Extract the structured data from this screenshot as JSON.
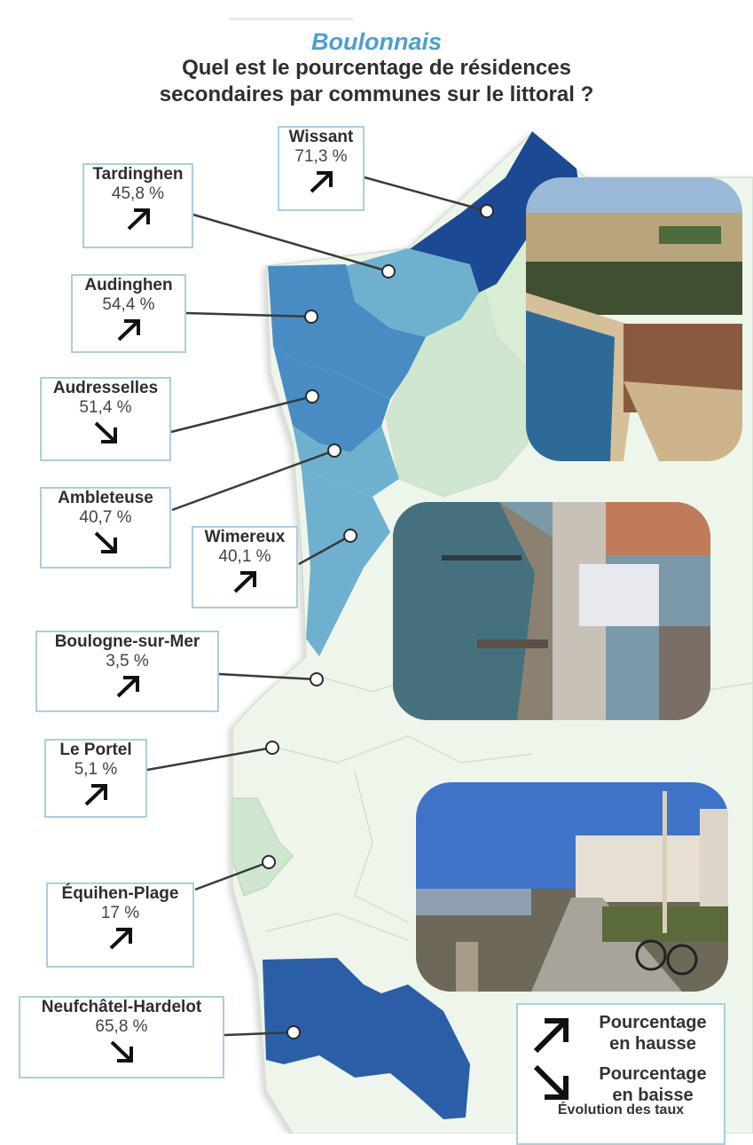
{
  "header": {
    "region": "Boulonnais",
    "title_line1": "Quel est le pourcentage de résidences",
    "title_line2": "secondaires par communes sur le littoral ?"
  },
  "communes": [
    {
      "name": "Wissant",
      "pct": "71,3 %",
      "trend": "up"
    },
    {
      "name": "Tardinghen",
      "pct": "45,8 %",
      "trend": "up"
    },
    {
      "name": "Audinghen",
      "pct": "54,4 %",
      "trend": "up"
    },
    {
      "name": "Audresselles",
      "pct": "51,4 %",
      "trend": "down"
    },
    {
      "name": "Ambleteuse",
      "pct": "40,7 %",
      "trend": "down"
    },
    {
      "name": "Wimereux",
      "pct": "40,1 %",
      "trend": "up"
    },
    {
      "name": "Boulogne-sur-Mer",
      "pct": "3,5 %",
      "trend": "up"
    },
    {
      "name": "Le Portel",
      "pct": "5,1 %",
      "trend": "up"
    },
    {
      "name": "Équihen-Plage",
      "pct": "17 %",
      "trend": "up"
    },
    {
      "name": "Neufchâtel-Hardelot",
      "pct": "65,8 %",
      "trend": "down"
    }
  ],
  "legend": {
    "up_line1": "Pourcentage",
    "up_line2": "en hausse",
    "down_line1": "Pourcentage",
    "down_line2": "en baisse",
    "note": "Évolution des taux"
  },
  "photos": [
    {
      "subject": "aerial coastline with village and dunes"
    },
    {
      "subject": "aerial seafront promenade with hotel"
    },
    {
      "subject": "seaside promenade with walkers, bicycles and buildings"
    }
  ],
  "colors": {
    "very_high": "#1f4a93",
    "high": "#2a5fa8",
    "mid_high": "#4a8cc4",
    "mid": "#6fb0cf",
    "low": "#cfe6cf",
    "very_low": "#eef5ea",
    "accent": "#4b9fd2",
    "label_border": "#a9cfe0"
  }
}
